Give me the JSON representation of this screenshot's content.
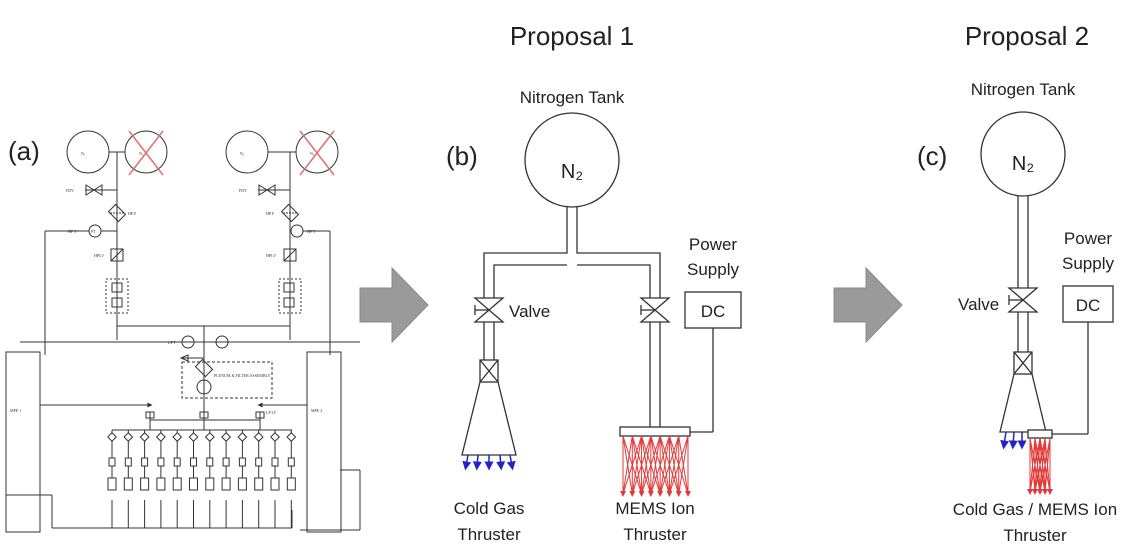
{
  "proposals": {
    "p1": "Proposal 1",
    "p2": "Proposal 2"
  },
  "panels": {
    "a": {
      "letter": "(a)",
      "tank1": "N₂",
      "tank2": "N₂",
      "tank3": "N₂",
      "tank4": "N₂",
      "fdv1": "FDV",
      "fdv2": "FDV",
      "hpf1": "HP F",
      "hpf2": "HP F",
      "hpt1": "HP T",
      "hpt2": "HP T",
      "pt": "PT",
      "hplv1": "HPLV",
      "hplv2": "HPLV",
      "lpt": "LP T",
      "plenum": "PLENUM & FILTER ASSEMBLY",
      "mpe1": "MPE 1",
      "mpe2": "MPE 2",
      "lplv": "LP LV"
    },
    "b": {
      "letter": "(b)",
      "tank_label": "Nitrogen Tank",
      "tank": "N₂",
      "valve": "Valve",
      "power_supply_line1": "Power",
      "power_supply_line2": "Supply",
      "dc": "DC",
      "cold_gas_line1": "Cold Gas",
      "cold_gas_line2": "Thruster",
      "mems_line1": "MEMS Ion",
      "mems_line2": "Thruster"
    },
    "c": {
      "letter": "(c)",
      "tank_label": "Nitrogen Tank",
      "tank": "N₂",
      "valve": "Valve",
      "power_supply_line1": "Power",
      "power_supply_line2": "Supply",
      "dc": "DC",
      "combined_line1": "Cold Gas / MEMS Ion",
      "combined_line2": "Thruster"
    }
  },
  "colors": {
    "arrow": "#9a9a9a",
    "cold_gas_plume": "#2222cc",
    "ion_plume": "#e23a3a",
    "cross": "#e07070",
    "line": "#333333"
  }
}
